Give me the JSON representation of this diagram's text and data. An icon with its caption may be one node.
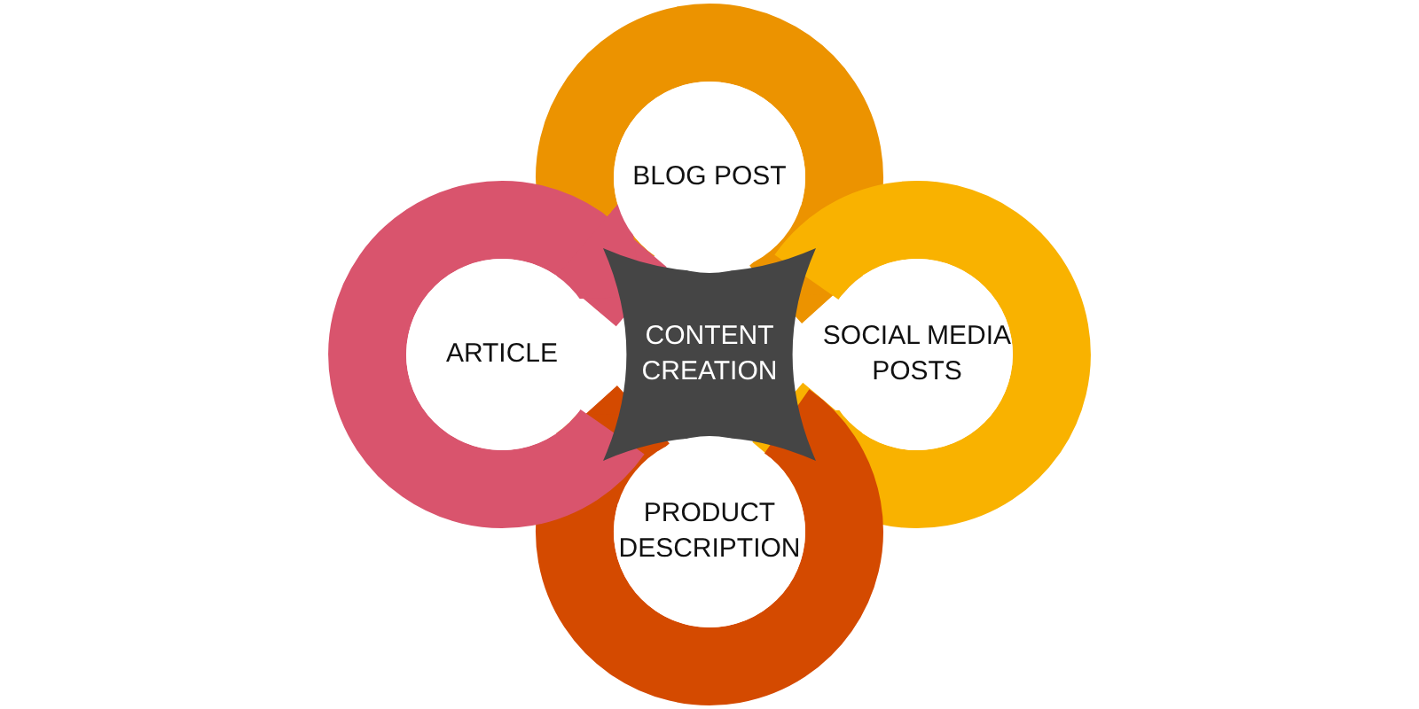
{
  "diagram": {
    "nodes": [
      {
        "text": [
          "CONTENT CREATION"
        ]
      },
      {
        "text": [
          "BLOG POST"
        ]
      },
      {
        "text": [
          "SOCIAL MEDIA POSTS"
        ]
      },
      {
        "text": [
          "PRODUCT DESCRIPTION"
        ]
      },
      {
        "text": [
          "ARTICLE"
        ]
      }
    ],
    "edges": [
      {
        "from": 1,
        "to": 0,
        "arrow": "to",
        "color": "#ec9300"
      },
      {
        "from": 2,
        "to": 0,
        "arrow": "to",
        "color": "#f9b200"
      },
      {
        "from": 3,
        "to": 0,
        "arrow": "to",
        "color": "#d44a00"
      },
      {
        "from": 4,
        "to": 0,
        "arrow": "to",
        "color": "#d9546d"
      }
    ]
  }
}
